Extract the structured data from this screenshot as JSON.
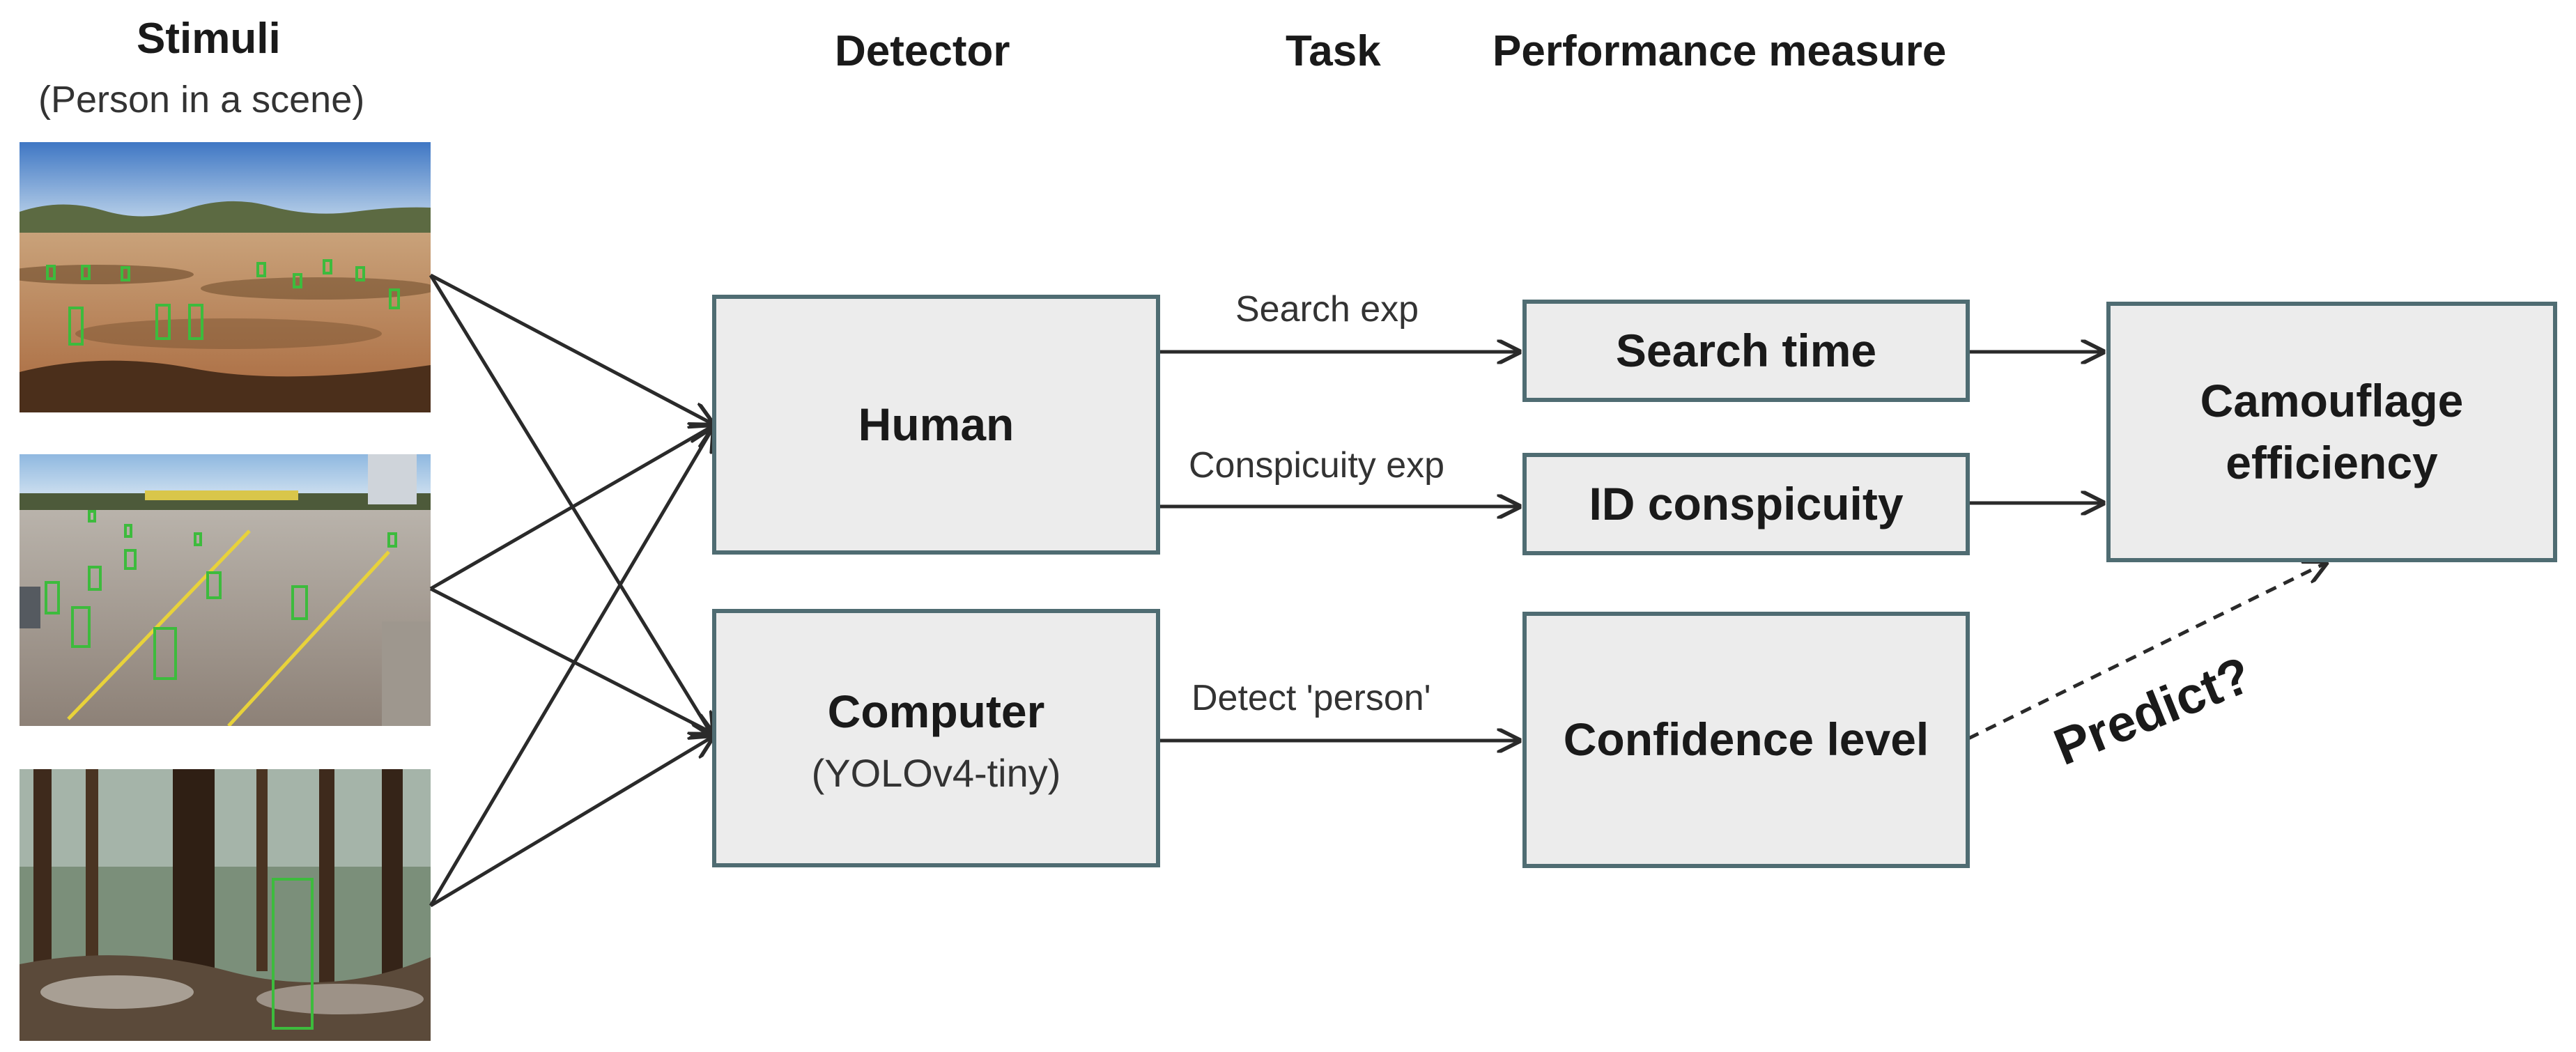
{
  "headers": {
    "stimuli": "Stimuli",
    "stimuli_sub": "(Person in a scene)",
    "detector": "Detector",
    "task": "Task",
    "performance": "Performance measure"
  },
  "stimuli_images": [
    "desert-heath-scene-image",
    "road-scene-image",
    "forest-scene-image"
  ],
  "nodes": {
    "human": "Human",
    "computer": "Computer",
    "computer_sub": "(YOLOv4-tiny)",
    "search_time": "Search time",
    "id_conspicuity": "ID conspicuity",
    "confidence_level": "Confidence level",
    "camouflage_efficiency": "Camouflage efficiency"
  },
  "edges": {
    "search_exp": "Search exp",
    "conspicuity_exp": "Conspicuity exp",
    "detect_person": "Detect 'person'",
    "predict": "Predict?"
  },
  "colors": {
    "box_fill": "#ececec",
    "box_border": "#4f6c72",
    "detection_box": "#3dbb3d",
    "arrow": "#2a2a2a"
  }
}
